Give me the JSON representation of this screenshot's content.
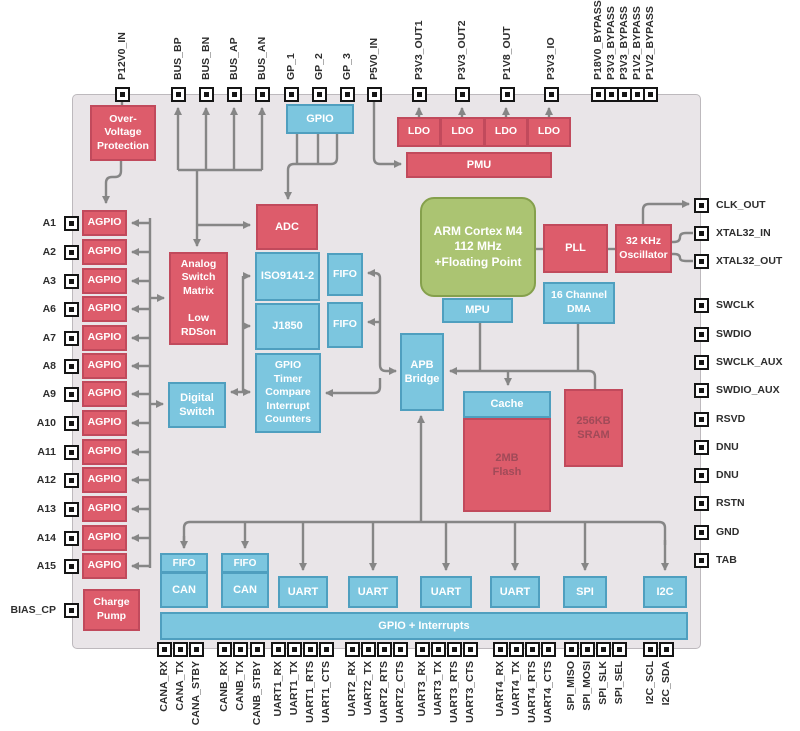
{
  "blocks": {
    "ovp": "Over-\nVoltage\nProtection",
    "gpio_top": "GPIO",
    "ldo": "LDO",
    "pmu": "PMU",
    "adc": "ADC",
    "asm": "Analog\nSwitch\nMatrix\n\nLow\nRDSon",
    "iso9141": "ISO9141-2",
    "fifo": "FIFO",
    "j1850": "J1850",
    "timer": "GPIO\nTimer\nCompare\nInterrupt\nCounters",
    "digital_switch": "Digital\nSwitch",
    "arm": "ARM Cortex M4\n112 MHz\n+Floating Point",
    "pll": "PLL",
    "osc": "32 KHz\nOscillator",
    "mpu": "MPU",
    "dma": "16 Channel\nDMA",
    "apb": "APB\nBridge",
    "cache": "Cache",
    "flash": "2MB\nFlash",
    "sram": "256KB\nSRAM",
    "charge_pump": "Charge\nPump",
    "agpio": "AGPIO",
    "can": "CAN",
    "uart": "UART",
    "spi": "SPI",
    "i2c": "I2C",
    "gpio_bar": "GPIO + Interrupts"
  },
  "pins": {
    "top": [
      "P12V0_IN",
      "BUS_BP",
      "BUS_BN",
      "BUS_AP",
      "BUS_AN",
      "GP_1",
      "GP_2",
      "GP_3",
      "P5V0_IN",
      "P3V3_OUT1",
      "P3V3_OUT2",
      "P1V8_OUT",
      "P3V3_IO",
      "P18V0_BYPASS",
      "P3V3_BYPASS",
      "P3V3_BYPASS",
      "P1V2_BYPASS",
      "P1V2_BYPASS"
    ],
    "left": [
      "A1",
      "A2",
      "A3",
      "A6",
      "A7",
      "A8",
      "A9",
      "A10",
      "A11",
      "A12",
      "A13",
      "A14",
      "A15",
      "BIAS_CP"
    ],
    "right": [
      "CLK_OUT",
      "XTAL32_IN",
      "XTAL32_OUT",
      "SWCLK",
      "SWDIO",
      "SWCLK_AUX",
      "SWDIO_AUX",
      "RSVD",
      "DNU",
      "DNU",
      "RSTN",
      "GND",
      "TAB"
    ],
    "bottom": [
      "CANA_RX",
      "CANA_TX",
      "CANA_STBY",
      "CANB_RX",
      "CANB_TX",
      "CANB_STBY",
      "UART1_RX",
      "UART1_TX",
      "UART1_RTS",
      "UART1_CTS",
      "UART2_RX",
      "UART2_TX",
      "UART2_RTS",
      "UART2_CTS",
      "UART3_RX",
      "UART3_TX",
      "UART3_RTS",
      "UART3_CTS",
      "UART4_RX",
      "UART4_TX",
      "UART4_RTS",
      "UART4_CTS",
      "SPI_MISO",
      "SPI_MOSI",
      "SPI_SLK",
      "SPI_SEL",
      "I2C_SCL",
      "I2C_SDA"
    ]
  },
  "colors": {
    "red_block": "#dd5c6b",
    "blue_block": "#7cc6df",
    "green_block": "#abc472",
    "chip_background": "#e9e5e8",
    "wire": "#868686"
  }
}
